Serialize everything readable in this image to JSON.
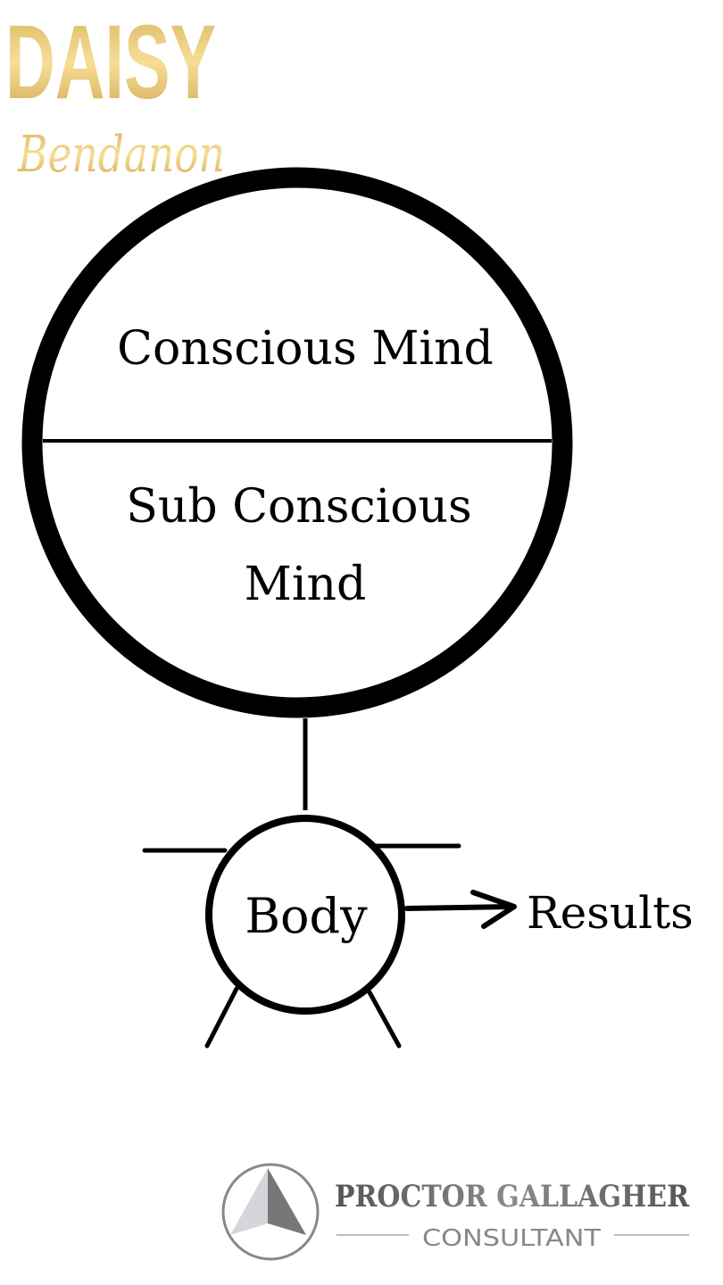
{
  "brand_logo": {
    "name": "DAISY",
    "script": "Bendanon"
  },
  "diagram": {
    "upper_label": "Conscious Mind",
    "lower_label_line1": "Sub Conscious",
    "lower_label_line2": "Mind",
    "body_label": "Body",
    "output_label": "Results"
  },
  "footer_logo": {
    "title": "PROCTOR GALLAGHER",
    "subtitle": "CONSULTANT"
  },
  "colors": {
    "gold": "#E3C36F",
    "ink": "#000000",
    "silver": "#6E6E6E"
  }
}
